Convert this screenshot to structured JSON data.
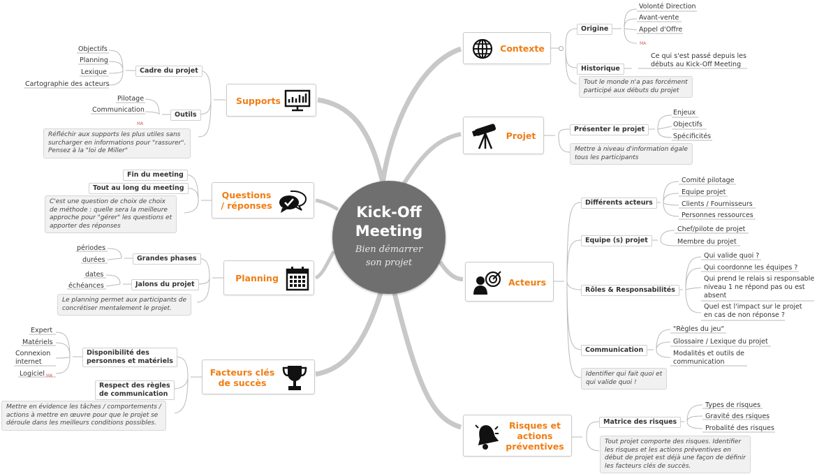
{
  "center": {
    "title": "Kick-Off\nMeeting",
    "subtitle": "Bien démarrer\nson projet"
  },
  "badge": "MA",
  "branches": {
    "contexte": {
      "label": "Contexte",
      "origine": {
        "label": "Origine",
        "items": [
          "Volonté Direction",
          "Avant-vente",
          "Appel d'Offre"
        ]
      },
      "historique": {
        "label": "Historique",
        "item": "Ce qui s'est passé depuis les\ndébuts au Kick-Off Meeting"
      },
      "note": "Tout le monde n'a pas forcément\nparticipé aux débuts du projet"
    },
    "projet": {
      "label": "Projet",
      "presenter": {
        "label": "Présenter le projet",
        "items": [
          "Enjeux",
          "Objectifs",
          "Spécificités"
        ]
      },
      "note": "Mettre à niveau d'information égale\ntous les participants"
    },
    "acteurs": {
      "label": "Acteurs",
      "differents": {
        "label": "Différents acteurs",
        "items": [
          "Comité pilotage",
          "Equipe projet",
          "Clients / Fournisseurs",
          "Personnes ressources"
        ]
      },
      "equipe": {
        "label": "Equipe (s) projet",
        "items": [
          "Chef/pilote de projet",
          "Membre du projet"
        ]
      },
      "roles": {
        "label": "Rôles & Responsabilités",
        "items": [
          "Qui valide quoi ?",
          "Qui coordonne les équipes ?",
          "Qui prend le relais si responsable\nniveau 1 ne répond pas ou est\nabsent",
          "Quel est l'impact sur le projet\nen cas de non réponse ?"
        ]
      },
      "communication": {
        "label": "Communication",
        "items": [
          "\"Règles du jeu\"",
          "Glossaire / Lexique du projet",
          "Modalités et outils de\ncommunication"
        ]
      },
      "note": "Identifier qui fait quoi et\nqui valide quoi !"
    },
    "risques": {
      "label": "Risques et\nactions\npréventives",
      "matrice": {
        "label": "Matrice des risques",
        "items": [
          "Types de risques",
          "Gravité des rsiques",
          "Probalité des risques"
        ]
      },
      "note": "Tout projet comporte des risques. Identifier\nles risques et les actions préventives en\ndébut de projet est déjà une façon de définir\nles facteurs clés de succès."
    },
    "supports": {
      "label": "Supports",
      "cadre": {
        "label": "Cadre du projet",
        "items": [
          "Objectifs",
          "Planning",
          "Lexique",
          "Cartographie des acteurs"
        ]
      },
      "outils": {
        "label": "Outils",
        "items": [
          "Pilotage",
          "Communication"
        ]
      },
      "note": "Réfléchir aux supports les plus utiles sans\nsurcharger en informations pour \"rassurer\".\nPensez à la \"loi de Miller\""
    },
    "questions": {
      "label": "Questions\n/ réponses",
      "items": [
        "Fin du meeting",
        "Tout au long du meeting"
      ],
      "note": "C'est une question de choix de choix\nde méthode : quelle sera la meilleure\napproche pour \"gérer\" les questions et\napporter des réponses"
    },
    "planning": {
      "label": "Planning",
      "grandes": {
        "label": "Grandes phases",
        "items": [
          "périodes",
          "durées"
        ]
      },
      "jalons": {
        "label": "Jalons du projet",
        "items": [
          "dates",
          "échéances"
        ]
      },
      "note": "Le planning permet aux participants de\nconcrétiser mentalement le projet."
    },
    "facteurs": {
      "label": "Facteurs clés\nde succès",
      "dispo": {
        "label": "Disponibilité des\npersonnes et matériels",
        "items": [
          "Expert",
          "Matériels",
          "Connexion\ninternet",
          "Logiciel"
        ]
      },
      "respect": {
        "label": "Respect des règles\nde communication"
      },
      "note": "Mettre en évidence les tâches / comportements /\nactions à mettre en œuvre pour que le projet se\ndéroule dans les meilleurs conditions possibles."
    }
  }
}
